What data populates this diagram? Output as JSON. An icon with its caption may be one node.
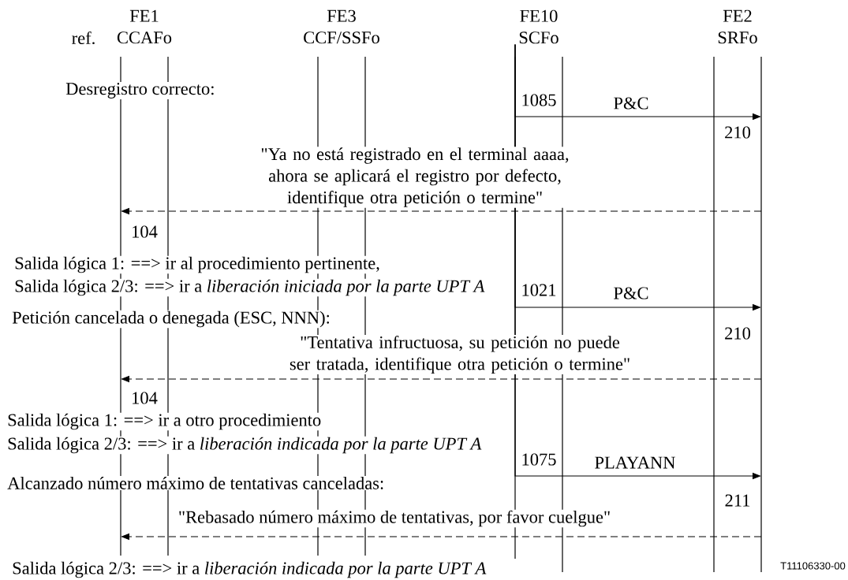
{
  "diagram": {
    "nodes": [
      {
        "text": [
          "FE1",
          "CCAFo"
        ]
      },
      {
        "text": [
          "FE3",
          "CCF/SSFo"
        ]
      },
      {
        "text": [
          "FE10",
          "SCFo"
        ]
      },
      {
        "text": [
          "FE2",
          "SRFo"
        ]
      }
    ],
    "edges": [
      {
        "from": 2,
        "to": 3,
        "arrow": "to",
        "label": "P&C"
      },
      {
        "from": 3,
        "to": 0,
        "arrow": "to",
        "style": "dashed",
        "label": "\"Ya no está registrado en el terminal aaaa, ahora se aplicará el registro por defecto, identifique otra petición o termine\""
      },
      {
        "from": 2,
        "to": 3,
        "arrow": "to",
        "label": "P&C"
      },
      {
        "from": 3,
        "to": 0,
        "arrow": "to",
        "style": "dashed",
        "label": "\"Tentativa infructuosa, su petición no puede ser tratada, identifique otra petición o termine\""
      },
      {
        "from": 2,
        "to": 3,
        "arrow": "to",
        "label": "PLAYANN"
      },
      {
        "from": 3,
        "to": 0,
        "arrow": "to",
        "style": "dashed",
        "label": "\"Rebasado número máximo de tentativas, por favor cuelgue\""
      }
    ],
    "labels": [
      "ref.",
      "Desregistro correcto:",
      "1085",
      "210",
      "104",
      "Salida lógica 1: ==> ir al procedimiento pertinente,",
      "Salida lógica 2/3: ==> ir a *liberación iniciada por la parte UPT A*",
      "1021",
      "Petición cancelada o denegada (ESC, NNN):",
      "210",
      "104",
      "Salida lógica 1: ==> ir a otro procedimiento",
      "Salida lógica 2/3: ==> ir a *liberación indicada por la parte UPT A*",
      "1075",
      "Alcanzado número máximo de tentativas canceladas:",
      "211",
      "Salida lógica 2/3: ==> ir a *liberación indicada por la parte UPT A*",
      "T11106330-00"
    ]
  }
}
